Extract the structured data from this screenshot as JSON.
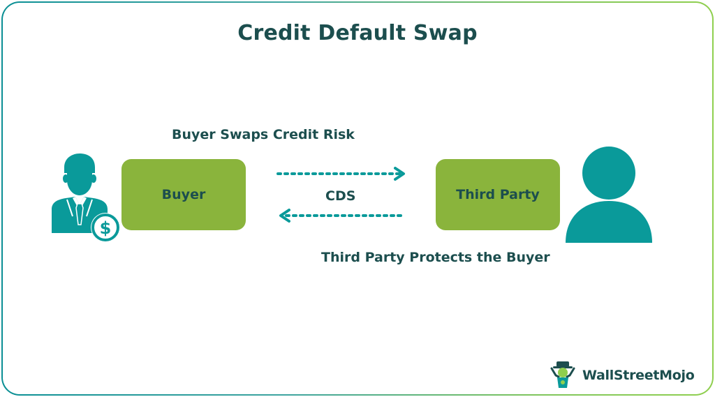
{
  "title": "Credit Default Swap",
  "labels": {
    "top": "Buyer Swaps Credit Risk",
    "middle": "CDS",
    "bottom": "Third Party Protects the Buyer"
  },
  "nodes": {
    "buyer": "Buyer",
    "third_party": "Third Party"
  },
  "icons": {
    "buyer": "businessman-dollar-icon",
    "third_party": "person-silhouette-icon",
    "arrow_right": "dotted-arrow-right-icon",
    "arrow_left": "dotted-arrow-left-icon"
  },
  "colors": {
    "teal": "#0a9a9a",
    "green": "#8ab43c",
    "dark_text": "#1c4e4e"
  },
  "logo": {
    "text": "WallStreetMojo"
  }
}
